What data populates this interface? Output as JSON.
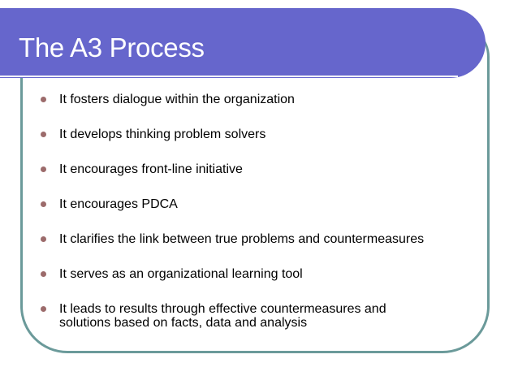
{
  "slide": {
    "title": "The A3 Process",
    "bullets": [
      {
        "text": "It fosters dialogue within the organization"
      },
      {
        "text": "It develops thinking problem solvers"
      },
      {
        "text": "It encourages front-line initiative"
      },
      {
        "text": "It encourages PDCA"
      },
      {
        "text": "It clarifies the link between true problems and countermeasures"
      },
      {
        "text": "It serves as an organizational learning tool"
      },
      {
        "text": "It leads to results through effective countermeasures and\nsolutions based on facts, data and analysis"
      }
    ],
    "colors": {
      "header": "#6666cc",
      "border": "#6b9a9a",
      "bullet": "#9c6b6b",
      "title_text": "#ffffff"
    }
  }
}
